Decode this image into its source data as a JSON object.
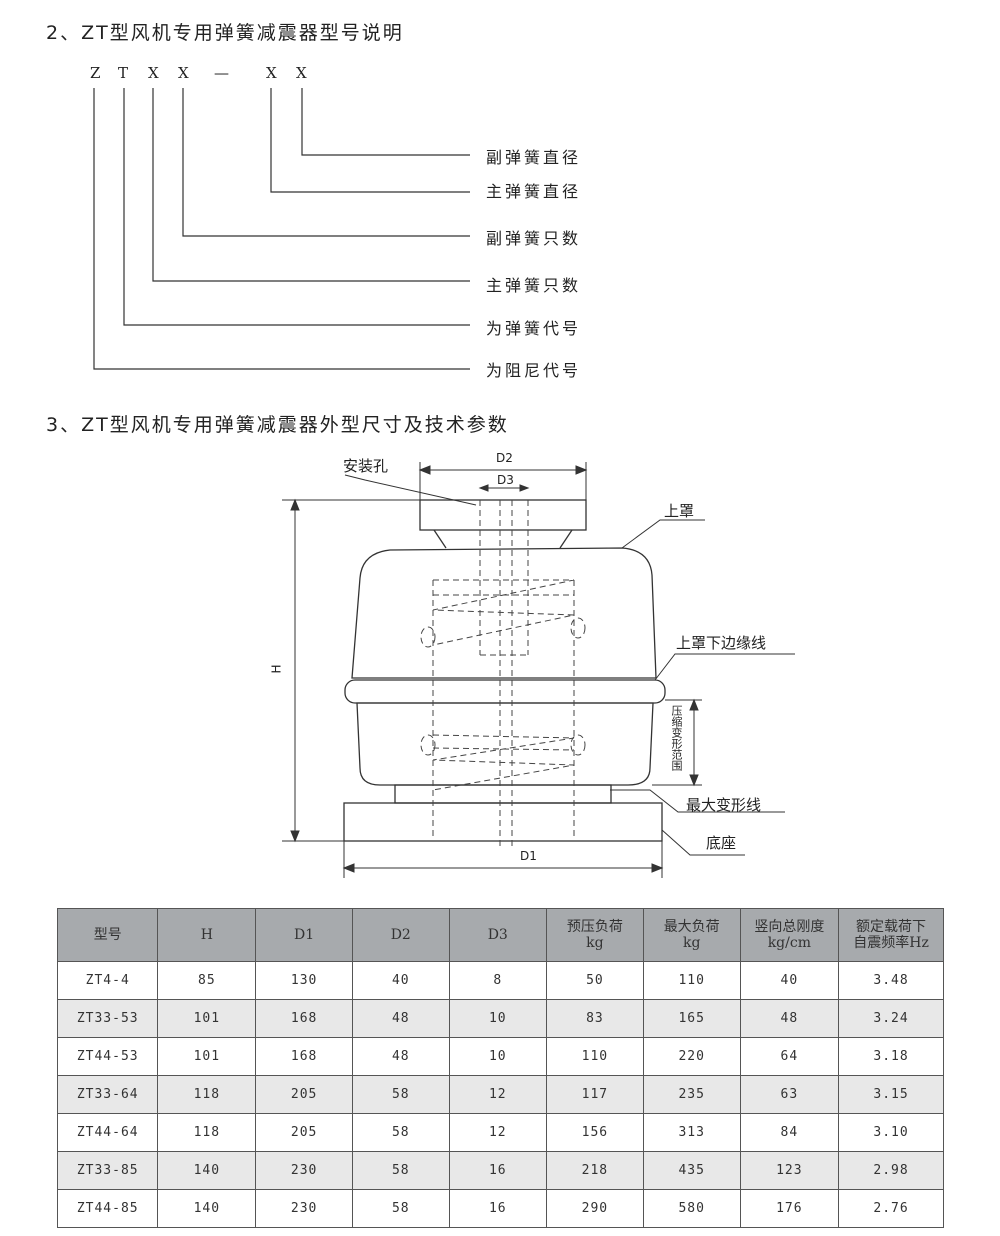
{
  "section2": {
    "title": "2、ZT型风机专用弹簧减震器型号说明",
    "code_letters": [
      "Z",
      "T",
      "X",
      "X",
      "—",
      "X",
      "X"
    ],
    "descriptions": [
      "副弹簧直径",
      "主弹簧直径",
      "副弹簧只数",
      "主弹簧只数",
      "为弹簧代号",
      "为阻尼代号"
    ]
  },
  "section3": {
    "title": "3、ZT型风机专用弹簧减震器外型尺寸及技术参数"
  },
  "diagram": {
    "label_install_hole": "安装孔",
    "label_d2": "D2",
    "label_d3": "D3",
    "label_d1": "D1",
    "label_h": "H",
    "label_top_cover": "上罩",
    "label_cover_edge": "上罩下边缘线",
    "label_compress_range": "压缩变形范围",
    "label_max_deform": "最大变形线",
    "label_base": "底座"
  },
  "table": {
    "headers": [
      [
        "型号"
      ],
      [
        "H"
      ],
      [
        "D1"
      ],
      [
        "D2"
      ],
      [
        "D3"
      ],
      [
        "预压负荷",
        "kg"
      ],
      [
        "最大负荷",
        "kg"
      ],
      [
        "竖向总刚度",
        "kg/cm"
      ],
      [
        "额定载荷下",
        "自震频率Hz"
      ]
    ],
    "rows": [
      [
        "ZT4-4",
        "85",
        "130",
        "40",
        "8",
        "50",
        "110",
        "40",
        "3.48"
      ],
      [
        "ZT33-53",
        "101",
        "168",
        "48",
        "10",
        "83",
        "165",
        "48",
        "3.24"
      ],
      [
        "ZT44-53",
        "101",
        "168",
        "48",
        "10",
        "110",
        "220",
        "64",
        "3.18"
      ],
      [
        "ZT33-64",
        "118",
        "205",
        "58",
        "12",
        "117",
        "235",
        "63",
        "3.15"
      ],
      [
        "ZT44-64",
        "118",
        "205",
        "58",
        "12",
        "156",
        "313",
        "84",
        "3.10"
      ],
      [
        "ZT33-85",
        "140",
        "230",
        "58",
        "16",
        "218",
        "435",
        "123",
        "2.98"
      ],
      [
        "ZT44-85",
        "140",
        "230",
        "58",
        "16",
        "290",
        "580",
        "176",
        "2.76"
      ]
    ]
  },
  "colors": {
    "header_bg": "#a7aaad",
    "alt_row_bg": "#e8e8e8",
    "line": "#333333"
  }
}
